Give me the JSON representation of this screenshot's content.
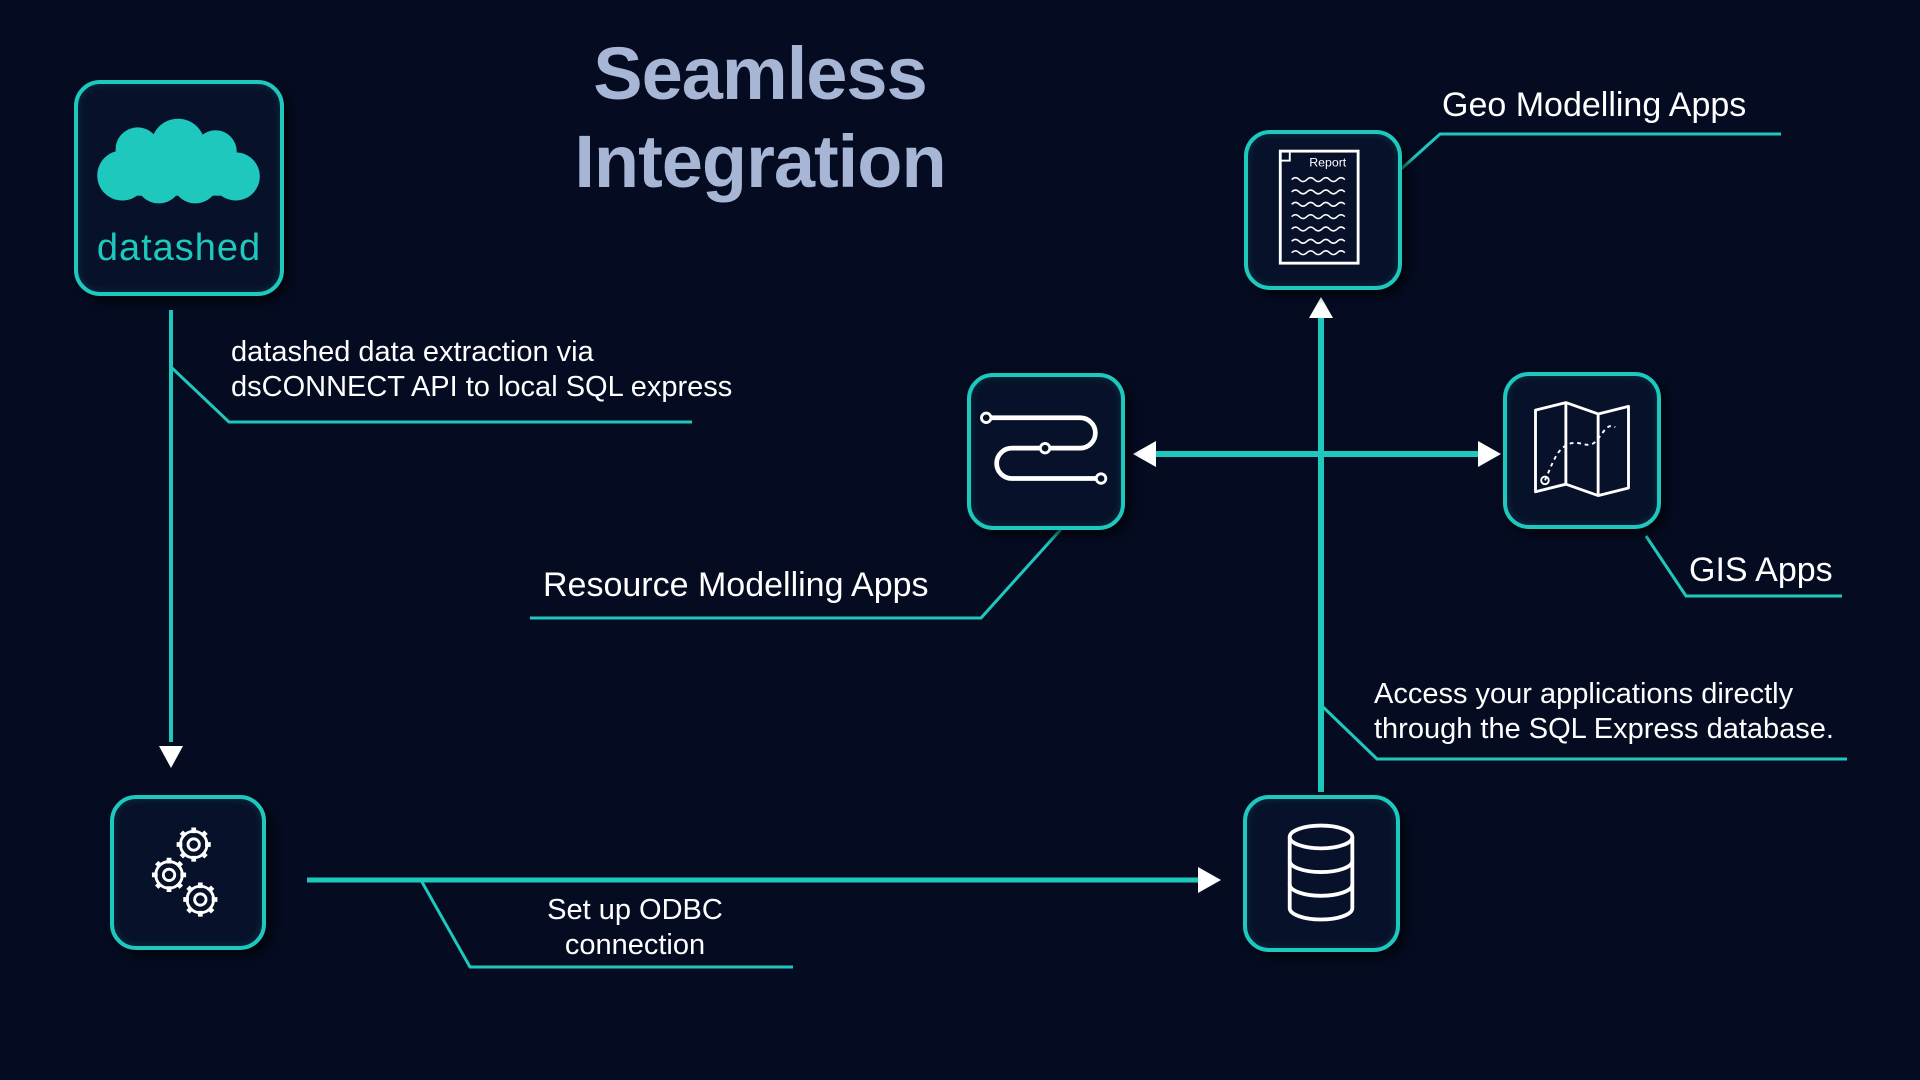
{
  "diagram": {
    "title_line1": "Seamless",
    "title_line2": "Integration",
    "colors": {
      "background": "#050c22",
      "accent": "#1ec8bd",
      "title": "#a8b6d6",
      "text": "#ffffff"
    },
    "nodes": {
      "datashed": {
        "label": "datashed",
        "icon": "cloud-icon"
      },
      "odbc": {
        "icon": "gears-icon"
      },
      "database": {
        "icon": "database-icon"
      },
      "resource": {
        "icon": "path-route-icon"
      },
      "geo": {
        "icon": "report-document-icon",
        "icon_text": "Report"
      },
      "gis": {
        "icon": "map-icon"
      }
    },
    "annotations": {
      "extraction_line1": "datashed data extraction via",
      "extraction_line2": "dsCONNECT API to local SQL express",
      "odbc_line1": "Set up ODBC",
      "odbc_line2": "connection",
      "access_line1": "Access your applications directly",
      "access_line2": "through the SQL Express database.",
      "resource": "Resource Modelling Apps",
      "geo": "Geo Modelling Apps",
      "gis": "GIS Apps"
    }
  }
}
